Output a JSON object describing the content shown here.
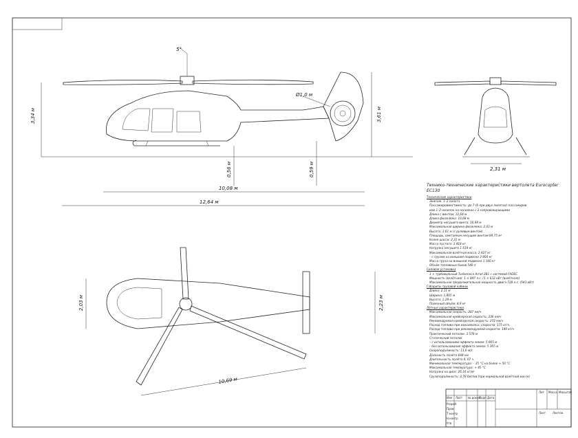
{
  "dimensions": {
    "rotor_angle": "5°",
    "height_total": "3,34 м",
    "rotor_diameter_tail": "Ø1,0 м",
    "height_tail": "3,61 м",
    "skid_clearance": "0,56 м",
    "tail_clearance": "0,59 м",
    "fuselage_length": "10,08 м",
    "overall_length": "12,64 м",
    "front_width": "2,31 м",
    "top_width_left": "2,03 м",
    "top_width_right": "2,23 м",
    "main_rotor": "10,69 м"
  },
  "specs": {
    "title": "Технико-технические характеристики вертолета Eurocopter EC130",
    "sections": [
      {
        "heading": "Технические характеристики",
        "lines": [
          "Экипаж: 1–2 пилота",
          "Пассажировместимость: до 7 (6 при двух пилотах) пассажиров",
          "или 1–2 носилок на носилках с 2 сопровождающими",
          "Длина с винтом: 12,64 м",
          "Длина фюзеляжа: 10,68 м",
          "Диаметр несущего винта: 10,69 м",
          "Максимальная ширина фюзеляжа: 2,03 м",
          "Высота: 3,61 м (с рулевым винтом)",
          "Площадь, ометаемая несущим винтом 89,75 м²",
          "Колея шасси: 2,31 м",
          "Масса пустого: 1 418 кг",
          "Нагрузка несущего 1 619 кг",
          "Максимальная взлётная масса: 2 427 кг",
          "– с грузом на внешней подвеске 2 800 кг",
          "Масса груза на внешней подвеске 1 160 кг",
          "Объём топливных баков 540 л"
        ]
      },
      {
        "heading": "Силовая установка",
        "lines": [
          "1 × турбовальный Turbomeca Arriel 2B1 с системой FADEC",
          "Мощность (взлётная): 1 × 847 л.с. (1 × 632 кВт (взлётная))",
          "Максимальная продолжительная мощность двига 728 л.с. (543 кВт)"
        ]
      },
      {
        "heading": "Габариты грузовой кабины",
        "lines": [
          "Длина: 2,11 м",
          "Ширина: 1,865 м",
          "Высота: 1,28 м",
          "Полезный объём: 4,9 м³"
        ]
      },
      {
        "heading": "Лётные характеристики",
        "lines": [
          "Максимальная скорость: 287 км/ч",
          "Максимальная крейсерская скорость: 236 км/ч",
          "Рекомендуемая крейсерская скорость: 272 км/ч",
          "Расход топлива при максимальн. скорости: 175 кг/ч",
          "Расход топлива при рекомендуемой скорости: 149 кг/ч",
          "Практический потолок: 3 578 м",
          "Статический потолок",
          "– с использованием эффекта земли: 5 965 м",
          "– без использования эффекта земли: 5 365 м",
          "Скороподъёмность: 11,6 м/с",
          "Дальность полёта 644 км",
          "Длительность полёта 4, 07 ч",
          "Минимальная температура: – 35 °С на более + 50 °С",
          "Максимальная температура: + 45 °С",
          "Нагрузка на диск: 26,16 кг/м²",
          "Грузоподъёмность: 2,78 бит/кв (при нормальной взлётной массе)"
        ]
      }
    ]
  },
  "title_block": {
    "labels": [
      "Лит",
      "Масса",
      "Масштаб",
      "Лист",
      "Листов",
      "Изм",
      "Лист",
      "№ докум",
      "Подп",
      "Дата",
      "Разраб",
      "Пров",
      "Т.контр",
      "Н.контр",
      "Утв"
    ]
  }
}
